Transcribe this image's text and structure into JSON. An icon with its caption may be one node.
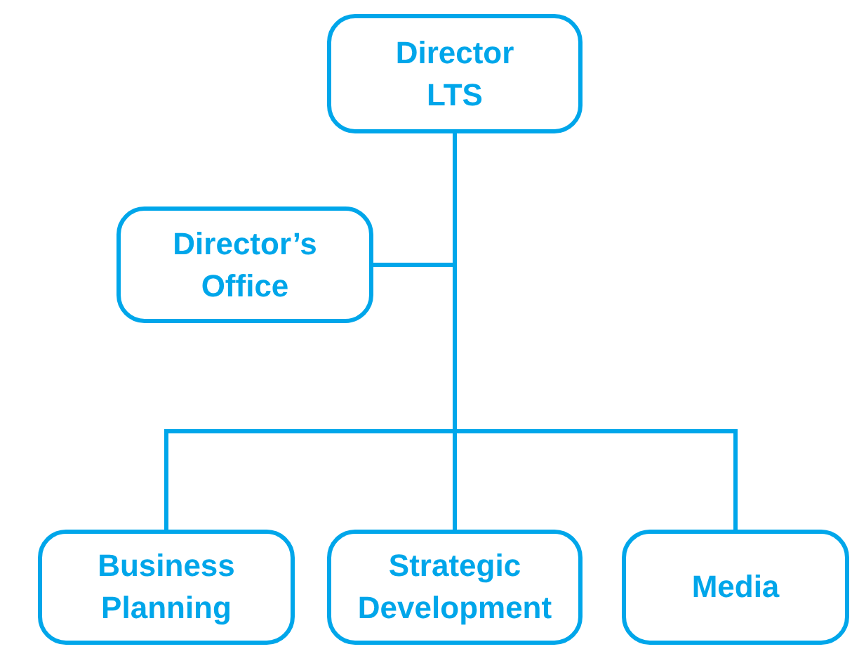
{
  "diagram": {
    "nodes": [
      {
        "text": [
          "Director LTS"
        ]
      },
      {
        "text": [
          "Director’s Office"
        ]
      },
      {
        "text": [
          "Business Planning"
        ]
      },
      {
        "text": [
          "Strategic Development"
        ]
      },
      {
        "text": [
          "Media"
        ]
      }
    ],
    "edges": [
      {
        "from": 0,
        "to": 1,
        "arrow": "none"
      },
      {
        "from": 0,
        "to": 2,
        "arrow": "none"
      },
      {
        "from": 0,
        "to": 3,
        "arrow": "none"
      },
      {
        "from": 0,
        "to": 4,
        "arrow": "none"
      }
    ]
  }
}
